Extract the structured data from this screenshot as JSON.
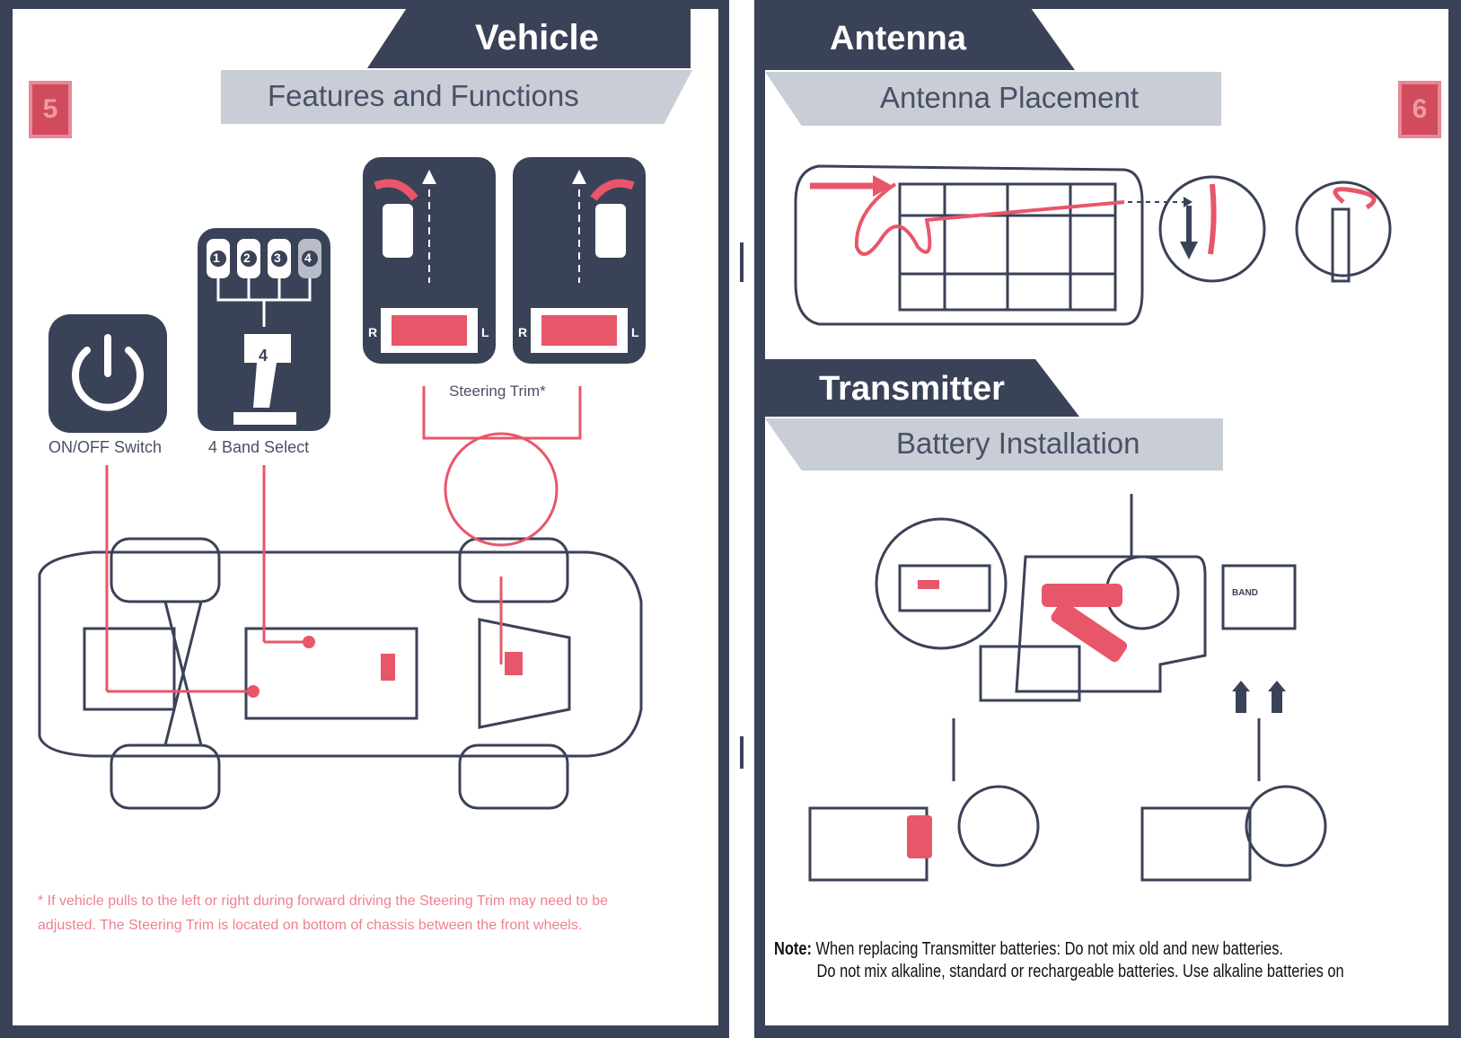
{
  "left_page": {
    "section_title": "Vehicle",
    "subtitle": "Features and Functions",
    "page_number": "5",
    "onoff_label": "ON/OFF Switch",
    "band_label": "4 Band Select",
    "band_channel": "4",
    "band_numbers": [
      "1",
      "2",
      "3",
      "4"
    ],
    "steering_label": "Steering Trim*",
    "trim_right": "R",
    "trim_left": "L",
    "footnote_line1": "* If vehicle pulls to the left or right during forward driving the Steering Trim may need to be",
    "footnote_line2": "adjusted. The Steering Trim is located on bottom of chassis between the front wheels."
  },
  "right_page": {
    "section_title": "Antenna",
    "subtitle": "Antenna Placement",
    "page_number": "6",
    "section2_title": "Transmitter",
    "section2_subtitle": "Battery Installation",
    "band_text": "BAND",
    "note_label": "Note:",
    "note_line1": "When replacing Transmitter batteries: Do not mix old and new batteries.",
    "note_line2": "Do not mix alkaline, standard or rechargeable batteries. Use alkaline batteries on"
  },
  "colors": {
    "navy": "#3a4257",
    "accent_red": "#e8566a",
    "light_grey": "#c9cdd6",
    "footnote_pink": "#f08090"
  }
}
